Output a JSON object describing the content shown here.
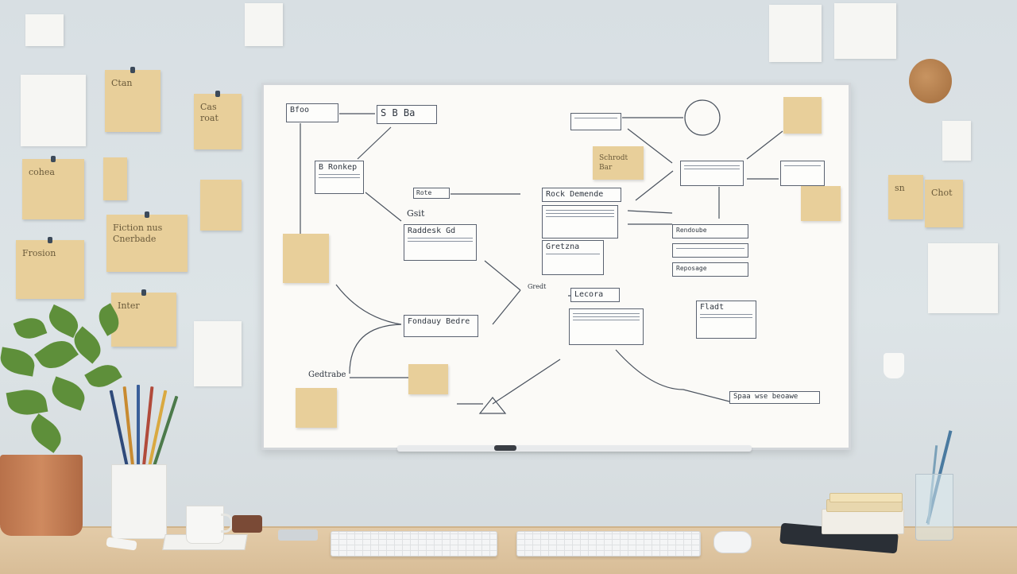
{
  "scene": {
    "description_tags": [
      "whiteboard",
      "flowchart",
      "sticky-notes",
      "desk",
      "plant",
      "keyboard"
    ]
  },
  "wall_notes": [
    {
      "text": "Ctan"
    },
    {
      "text": "Cas roat"
    },
    {
      "text": "cohea"
    },
    {
      "text": "Frosion"
    },
    {
      "text": "Fiction nus Cnerbade"
    },
    {
      "text": "Inter"
    },
    {
      "text": "sn"
    },
    {
      "text": "Chot"
    }
  ],
  "board": {
    "boxes": [
      {
        "id": "b1",
        "text": "Bfoo"
      },
      {
        "id": "b2",
        "text": "S B Ba"
      },
      {
        "id": "b3",
        "text": "B Ronkep"
      },
      {
        "id": "b4",
        "text": "Rote"
      },
      {
        "id": "b5",
        "text": "Rock Demende"
      },
      {
        "id": "b6",
        "text": "Raddesk Gd"
      },
      {
        "id": "b7",
        "text": "Gretzna"
      },
      {
        "id": "b8",
        "text": "Fondauy Bedre"
      },
      {
        "id": "b9",
        "text": "Lecora"
      },
      {
        "id": "b10",
        "text": "Fladt"
      },
      {
        "id": "b11",
        "text": "Spaa wse beoawe"
      },
      {
        "id": "b12",
        "text": "Rendoube"
      },
      {
        "id": "b13",
        "text": "Reposage"
      }
    ],
    "labels": [
      {
        "id": "l1",
        "text": "Gsit"
      },
      {
        "id": "l2",
        "text": "Gedtrabe"
      },
      {
        "id": "l3",
        "text": "Schrodt Bar"
      },
      {
        "id": "l4",
        "text": "Gredt"
      }
    ]
  },
  "colors": {
    "wall": "#d8dfe3",
    "sticky": "#e8cf9a",
    "board": "#fbfaf7",
    "ink": "#2f3640",
    "desk": "#e3cba8",
    "plant": "#5e8f3a",
    "pot": "#c07a50"
  }
}
